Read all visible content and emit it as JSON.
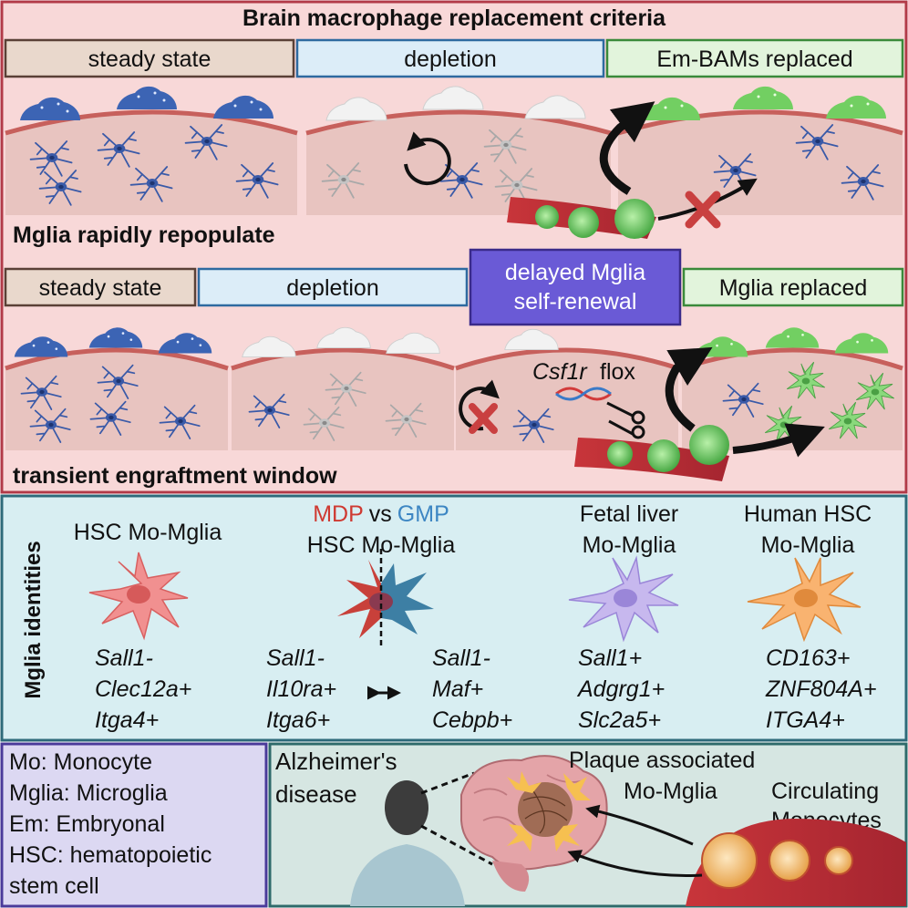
{
  "title": "Brain macrophage replacement criteria",
  "row1": {
    "stages": [
      "steady state",
      "depletion",
      "Em-BAMs replaced"
    ],
    "caption": "Mglia rapidly repopulate"
  },
  "row2": {
    "stages": [
      "steady state",
      "depletion",
      "Mglia replaced"
    ],
    "delayed": [
      "delayed Mglia",
      "self-renewal"
    ],
    "csf1r": "Csf1r",
    "flox": "flox",
    "caption": "transient engraftment window"
  },
  "identities": {
    "side_label": "Mglia identities",
    "hsc": {
      "title": "HSC Mo-Mglia",
      "markers": [
        "Sall1-",
        "Clec12a+",
        "Itga4+"
      ]
    },
    "mdp_gmp": {
      "mdp": "MDP",
      "vs": "vs",
      "gmp": "GMP",
      "subtitle": "HSC Mo-Mglia",
      "left_markers": [
        "Sall1-",
        "Il10ra+",
        "Itga6+"
      ],
      "right_markers": [
        "Sall1-",
        "Maf+",
        "Cebpb+"
      ]
    },
    "fetal": {
      "title": [
        "Fetal liver",
        "Mo-Mglia"
      ],
      "markers": [
        "Sall1+",
        "Adgrg1+",
        "Slc2a5+"
      ]
    },
    "human": {
      "title": [
        "Human HSC",
        "Mo-Mglia"
      ],
      "markers": [
        "CD163+",
        "ZNF804A+",
        "ITGA4+"
      ]
    }
  },
  "legend": [
    "Mo: Monocyte",
    "Mglia: Microglia",
    "Em: Embryonal",
    "HSC: hematopoietic",
    "stem cell"
  ],
  "ad": {
    "title": [
      "Alzheimer's",
      "disease"
    ],
    "plaque": [
      "Plaque associated",
      "Mo-Mglia"
    ],
    "circulating": [
      "Circulating",
      "Monocytes"
    ]
  },
  "colors": {
    "mdp": "#cf3a32",
    "gmp": "#3d86c3",
    "row_bg": "#f8d8d8",
    "identity_bg": "#d8eef2",
    "legend_bg": "#dcd8f2",
    "ad_bg": "#d6e6e2",
    "delayed_bg": "#6a5ad6",
    "green_cell": "#7ed46e"
  }
}
